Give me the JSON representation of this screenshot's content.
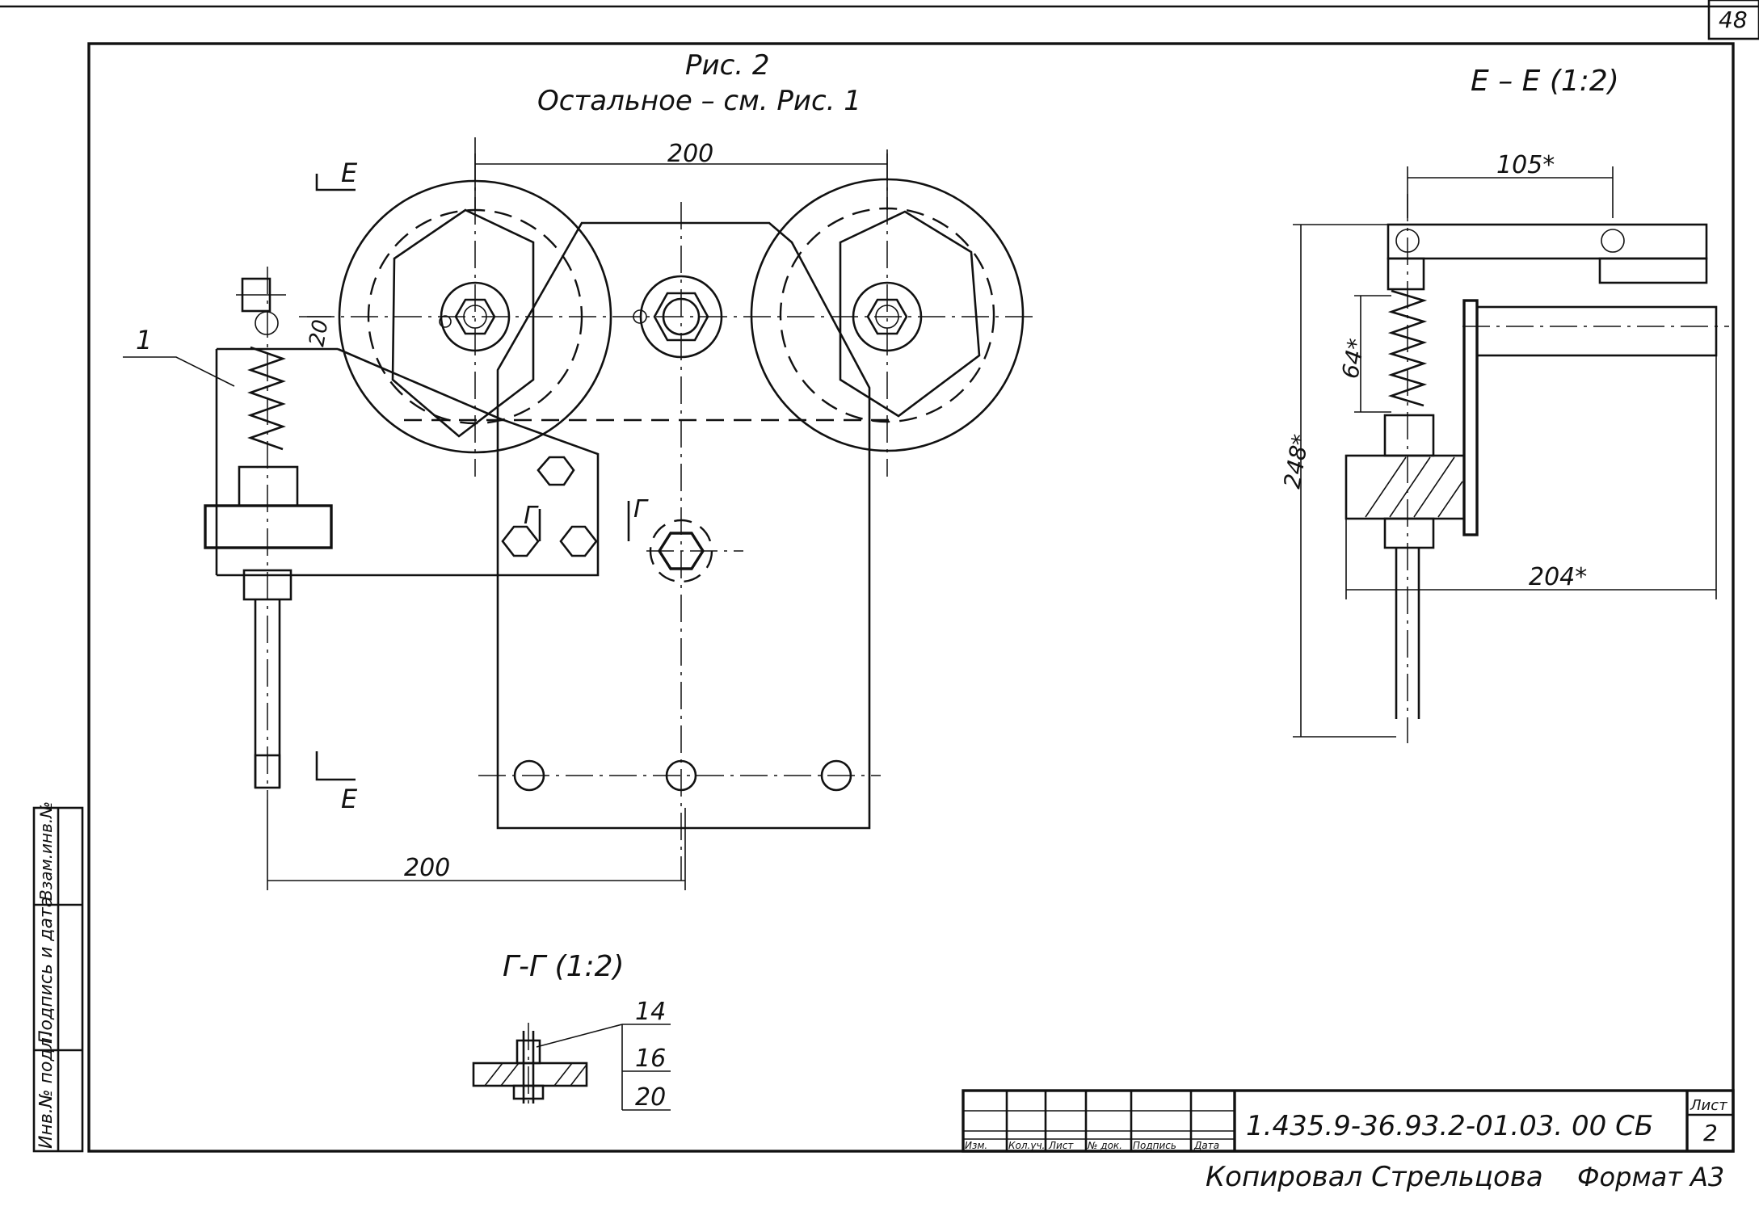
{
  "sheet": {
    "corner_number": "48",
    "figure_title": "Рис. 2",
    "figure_note": "Остальное – см. Рис. 1",
    "section_e_title": "Е – Е (1:2)",
    "section_g_title": "Г-Г (1:2)",
    "cut_mark_e": "Е",
    "cut_mark_g": "Г"
  },
  "dimensions": {
    "top_width": "200",
    "bottom_width": "200",
    "offset": "20",
    "section_width": "105*",
    "section_spring": "64*",
    "section_height": "248*",
    "section_depth": "204*"
  },
  "leaders": {
    "part_1": "1",
    "part_14": "14",
    "part_16": "16",
    "part_20": "20"
  },
  "title_block": {
    "designation": "1.435.9-36.93.2-01.03. 00 СБ",
    "sheet_label": "Лист",
    "sheet_number": "2",
    "columns": [
      "Изм.",
      "Кол.уч.",
      "Лист",
      "№ док.",
      "Подпись",
      "Дата"
    ],
    "copied_by": "Копировал Стрельцова",
    "format": "Формат А3"
  },
  "side_stamp": {
    "inv_podl": "Инв.№ подл.",
    "sign_date": "Подпись и дата",
    "inv_replace": "Взам.инв.№"
  }
}
